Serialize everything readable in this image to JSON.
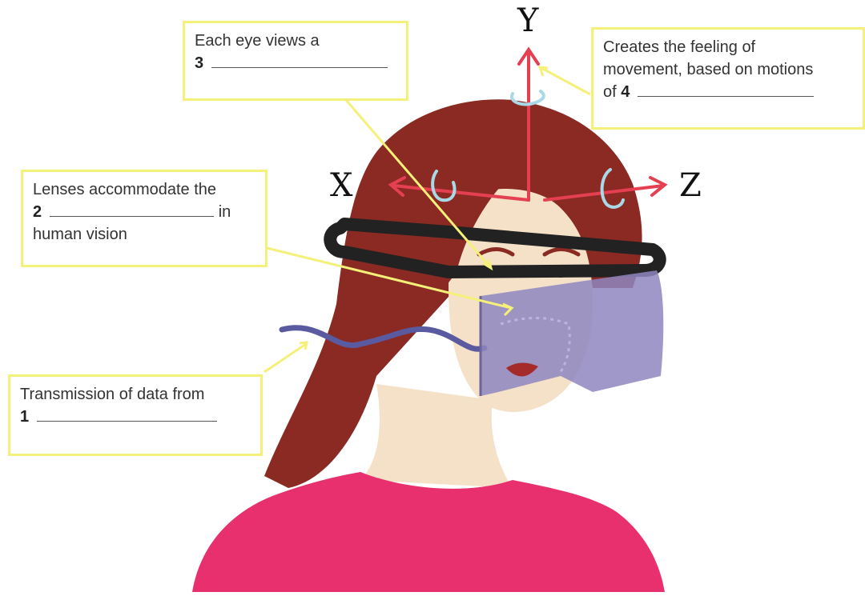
{
  "axes": {
    "x": "X",
    "y": "Y",
    "z": "Z"
  },
  "callouts": {
    "c1": {
      "text": "Transmission of data from",
      "number": "1"
    },
    "c2": {
      "line1": "Lenses accommodate the",
      "number": "2",
      "after_blank": "in",
      "line3": "human vision"
    },
    "c3": {
      "text": "Each eye views a",
      "number": "3"
    },
    "c4": {
      "line1": "Creates the feeling of",
      "line2": "movement, based on motions",
      "prefix": "of",
      "number": "4"
    }
  },
  "colors": {
    "callout_border": "#f4f07a",
    "axis_arrow": "#e53f52",
    "rotation_arrow": "#a9d8e6",
    "hair": "#8a2a22",
    "skin": "#f5e1c8",
    "shirt": "#e8306f",
    "headset_lens": "#8e86c0",
    "cable": "#5a5aa0"
  },
  "icons": [
    "rotation-arrow-icon",
    "axis-arrow-icon"
  ]
}
